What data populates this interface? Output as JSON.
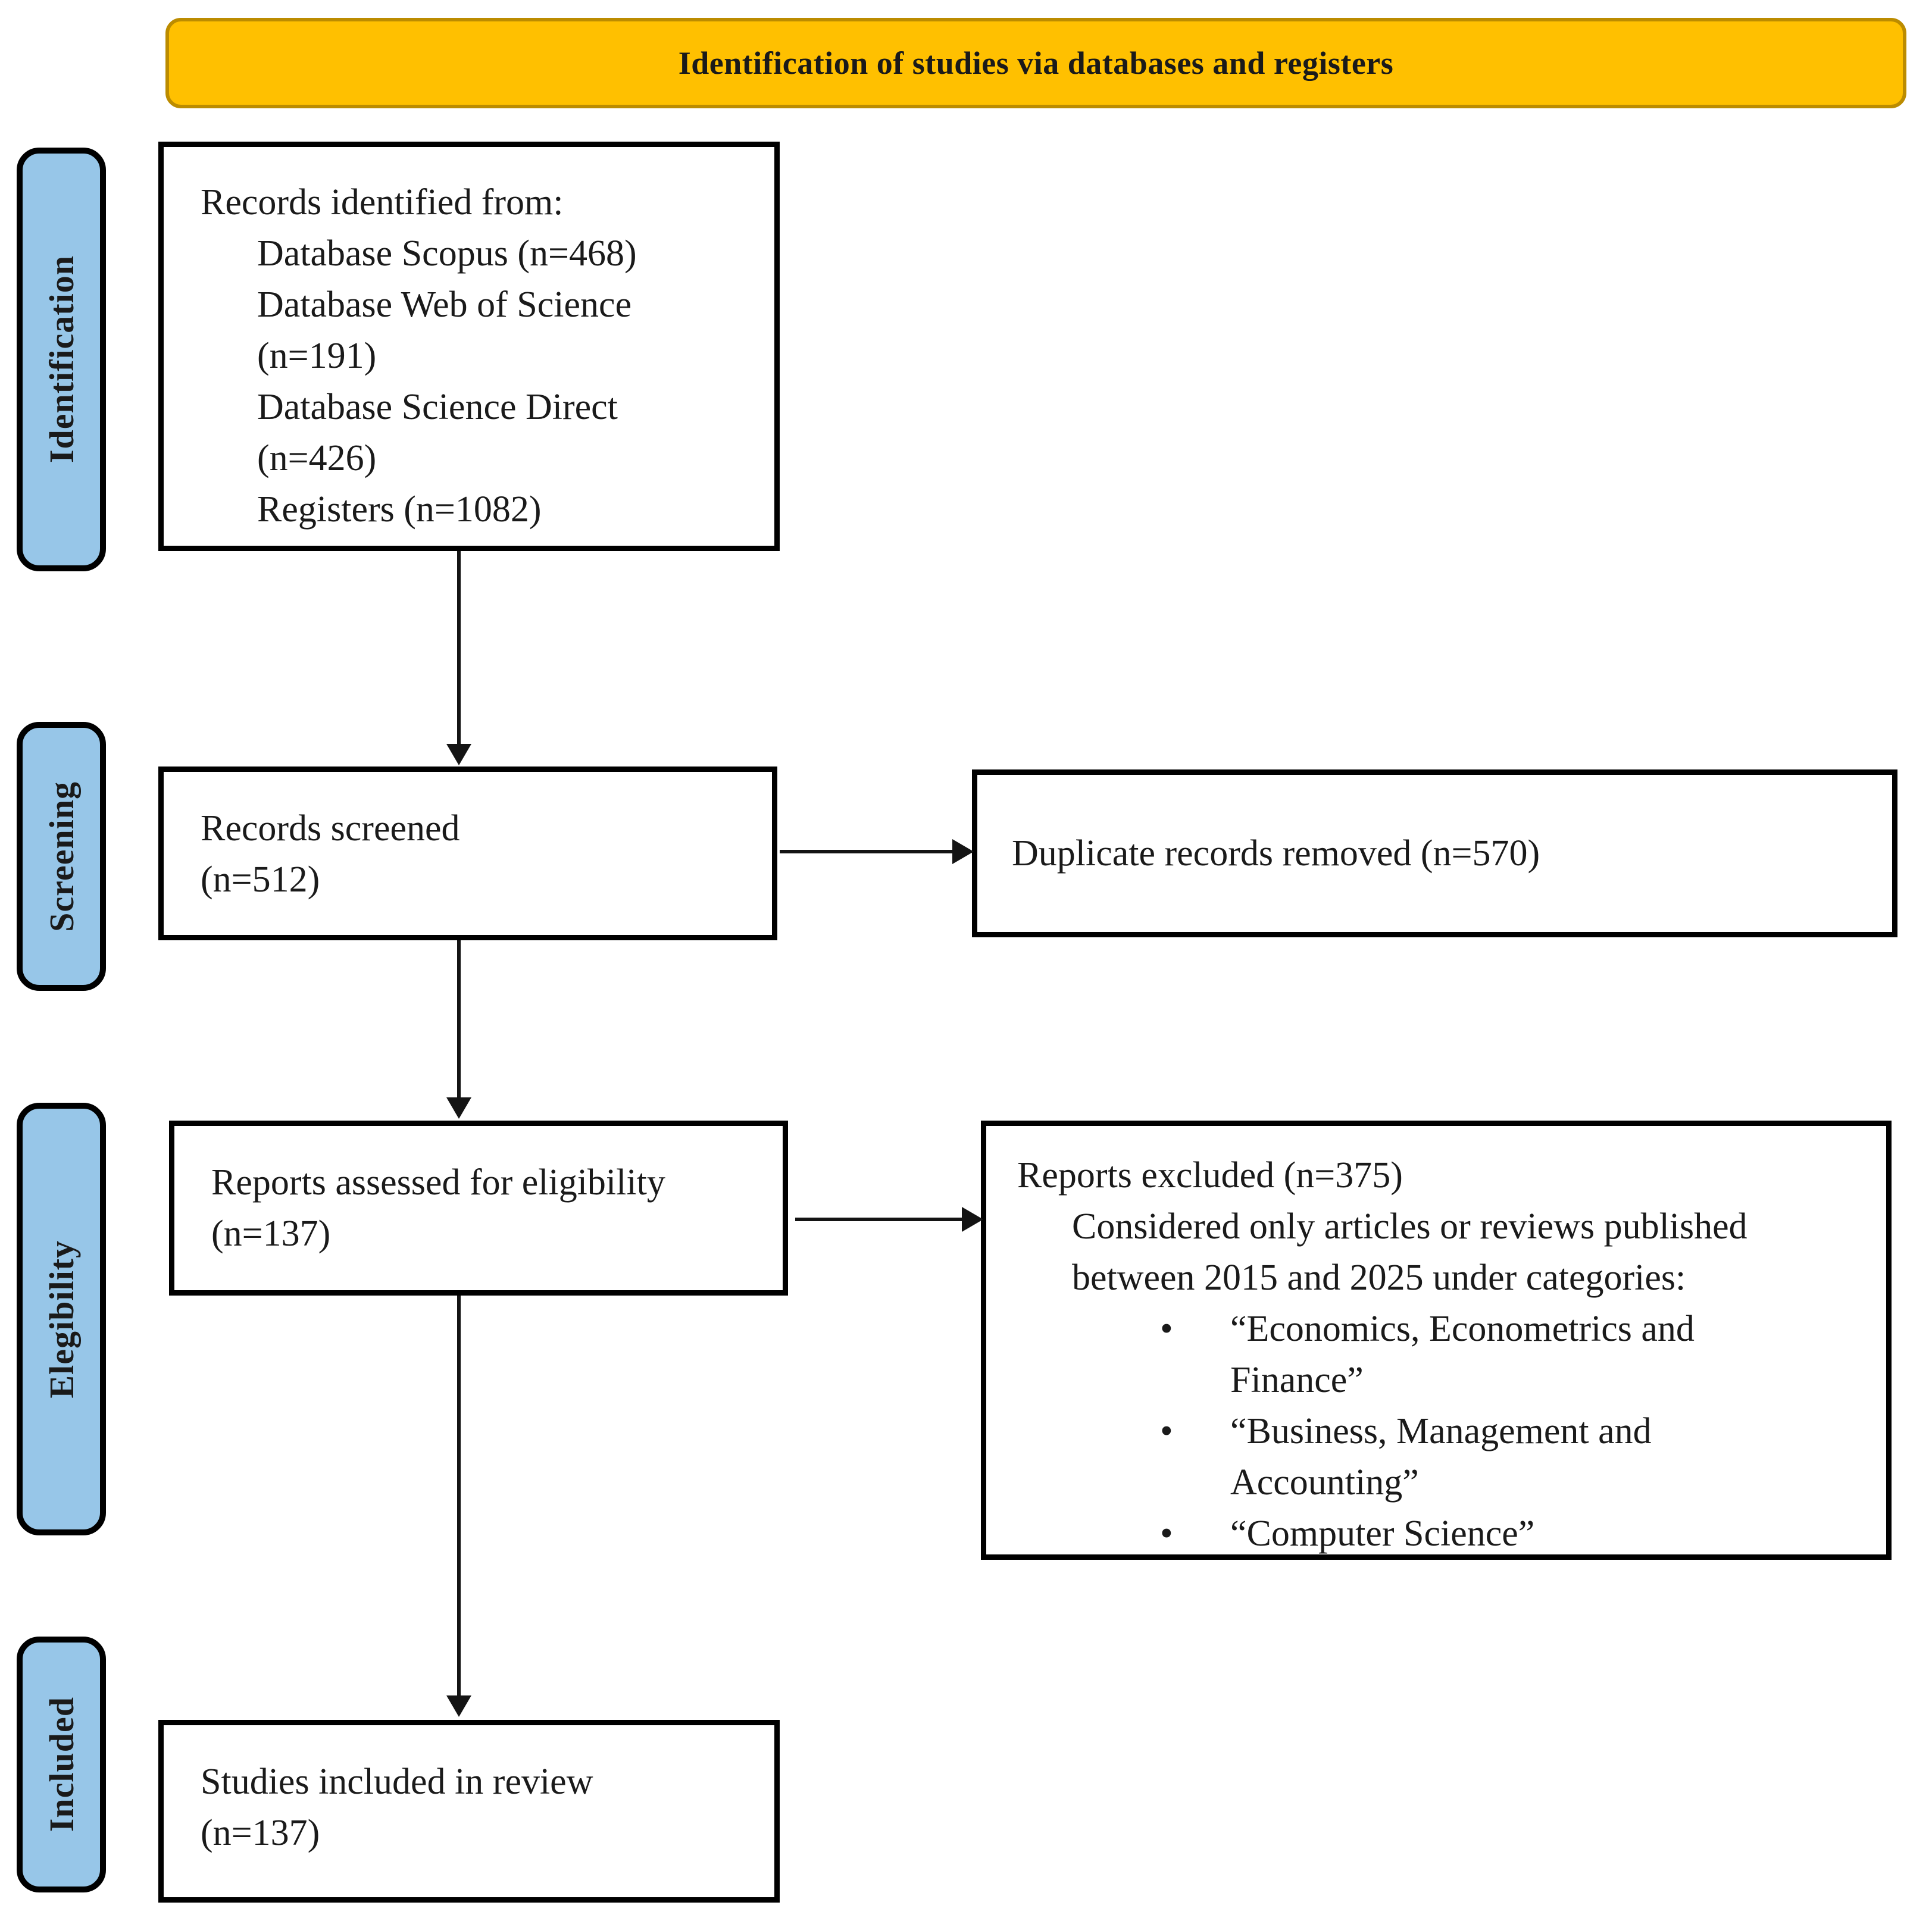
{
  "banner": {
    "title": "Identification of studies via databases and registers",
    "fill": "#FFC000",
    "border": "#BC8C00"
  },
  "stages": [
    {
      "label": "Identification"
    },
    {
      "label": "Screening"
    },
    {
      "label": "Elegibility"
    },
    {
      "label": "Included"
    }
  ],
  "stage_fill": "#97C6E8",
  "bullet_char": "•",
  "boxes": {
    "identified": {
      "lines": [
        {
          "text": "Records identified from:"
        },
        {
          "text": "Database Scopus (n=468)"
        },
        {
          "text": "Database Web of Science"
        },
        {
          "text": "(n=191)"
        },
        {
          "text": "Database Science Direct"
        },
        {
          "text": "(n=426)"
        },
        {
          "text": "Registers (n=1082)"
        }
      ]
    },
    "screened": {
      "lines": [
        "Records screened",
        "(n=512)"
      ]
    },
    "duplicates": {
      "text": "Duplicate records removed (n=570)"
    },
    "assessed": {
      "lines": [
        "Reports assessed for eligibility",
        "(n=137)"
      ]
    },
    "excluded": {
      "title": "Reports excluded (n=375)",
      "description_lines": [
        "Considered only articles or reviews published",
        "between 2015 and 2025 under categories:"
      ],
      "bullets": [
        [
          "“Economics, Econometrics and",
          "Finance”"
        ],
        [
          "“Business, Management and",
          "Accounting”"
        ],
        [
          "“Computer Science”"
        ]
      ]
    },
    "included": {
      "lines": [
        "Studies included in review",
        "(n=137)"
      ]
    }
  }
}
